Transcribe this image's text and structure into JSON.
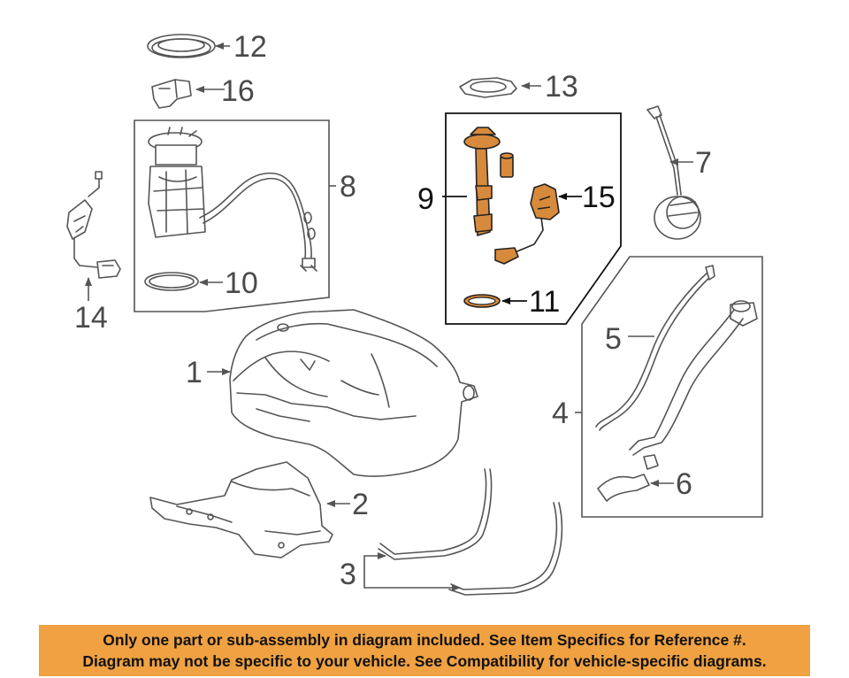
{
  "callouts": {
    "c1": "1",
    "c2": "2",
    "c3": "3",
    "c4": "4",
    "c5": "5",
    "c6": "6",
    "c7": "7",
    "c8": "8",
    "c9": "9",
    "c10": "10",
    "c11": "11",
    "c12": "12",
    "c13": "13",
    "c14": "14",
    "c15": "15",
    "c16": "16"
  },
  "highlight_color": "#d88a3c",
  "footer": {
    "line1": "Only one part or sub-assembly in diagram included. See Item Specifics for Reference #.",
    "line2": "Diagram may not be specific to your vehicle. See Compatibility for vehicle-specific diagrams.",
    "background": "#f0a142"
  }
}
